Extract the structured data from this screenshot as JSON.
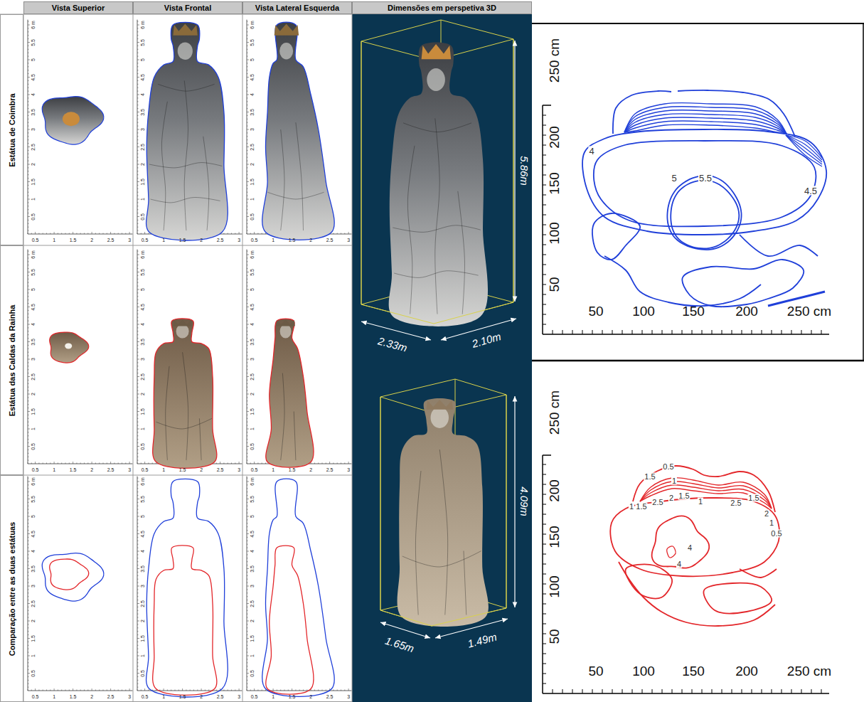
{
  "diagram": {
    "nodes": [
      {
        "text": [
          "Vista Superior"
        ]
      },
      {
        "text": [
          "Vista Frontal"
        ]
      },
      {
        "text": [
          "Vista Lateral Esquerda"
        ]
      },
      {
        "text": [
          "Dimensões em perspetiva 3D"
        ]
      },
      {
        "text": [
          "Estátua de Coimbra"
        ]
      },
      {
        "text": [
          "Estátua das Caldas da Rainha"
        ]
      },
      {
        "text": [
          "Comparação entre as duas estátuas"
        ]
      }
    ],
    "labels": [
      "0.5",
      "1",
      "1.5",
      "2",
      "2.5",
      "3",
      "3.5",
      "4",
      "4.5",
      "5",
      "5.5",
      "6 m",
      "0.5",
      "1",
      "1.5",
      "2",
      "2.5",
      "3",
      "0.5",
      "1",
      "1.5",
      "2",
      "2.5",
      "3",
      "3.5",
      "4",
      "4.5",
      "5",
      "5.5",
      "6 m",
      "0.5",
      "1",
      "1.5",
      "2",
      "2.5",
      "3",
      "0.5",
      "1",
      "1.5",
      "2",
      "2.5",
      "3",
      "3.5",
      "4",
      "4.5",
      "5",
      "5.5",
      "6 m",
      "0.5",
      "1",
      "1.5",
      "2",
      "2.5",
      "3",
      "0.5",
      "1",
      "1.5",
      "2",
      "2.5",
      "3",
      "3.5",
      "4",
      "4.5",
      "5",
      "5.5",
      "6 m",
      "0.5",
      "1",
      "1.5",
      "2",
      "2.5",
      "3",
      "0.5",
      "1",
      "1.5",
      "2",
      "2.5",
      "3",
      "3.5",
      "4",
      "4.5",
      "5",
      "5.5",
      "6 m",
      "0.5",
      "1",
      "1.5",
      "2",
      "2.5",
      "3",
      "0.5",
      "1",
      "1.5",
      "2",
      "2.5",
      "3",
      "3.5",
      "4",
      "4.5",
      "5",
      "5.5",
      "6 m",
      "0.5",
      "1",
      "1.5",
      "2",
      "2.5",
      "3",
      "0.5",
      "1",
      "1.5",
      "2",
      "2.5",
      "3",
      "3.5",
      "4",
      "4.5",
      "5",
      "5.5",
      "6 m",
      "0.5",
      "1",
      "1.5",
      "2",
      "2.5",
      "3",
      "0.5",
      "1",
      "1.5",
      "2",
      "2.5",
      "3",
      "3.5",
      "4",
      "4.5",
      "5",
      "5.5",
      "6 m",
      "0.5",
      "1",
      "1.5",
      "2",
      "2.5",
      "3",
      "0.5",
      "1",
      "1.5",
      "2",
      "2.5",
      "3",
      "3.5",
      "4",
      "4.5",
      "5",
      "5.5",
      "6 m",
      "0.5",
      "1",
      "1.5",
      "2",
      "2.5",
      "3",
      "5.86m",
      "2.33m",
      "2.10m",
      "4.09m",
      "1.65m",
      "1.49m",
      "250 cm",
      "200",
      "150",
      "100",
      "50",
      "50",
      "100",
      "150",
      "200",
      "250 cm",
      "4",
      "5",
      "5.5",
      "4.5",
      "250 cm",
      "200",
      "150",
      "100",
      "50",
      "50",
      "100",
      "150",
      "200",
      "250 cm",
      "1.5",
      "0.5",
      "1",
      "1",
      "1.5",
      "2.5",
      "2",
      "1.5",
      "1",
      "2.5",
      "1.5",
      "2",
      "1",
      "0.5",
      "4",
      "4"
    ]
  }
}
